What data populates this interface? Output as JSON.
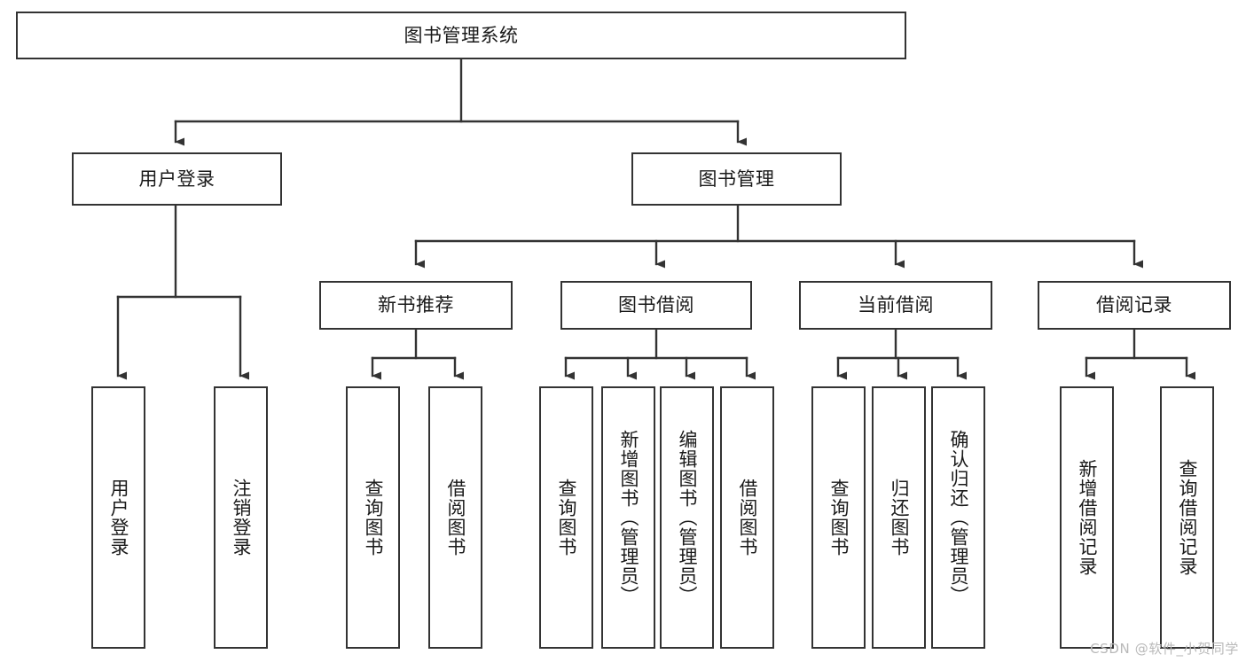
{
  "diagram": {
    "title": "图书管理系统",
    "type": "hierarchy-tree",
    "colors": {
      "stroke": "#333333",
      "fill": "#ffffff",
      "text": "#1a1a1a",
      "watermark": "#b9b9b9"
    },
    "root": {
      "label": "图书管理系统"
    },
    "level2": [
      {
        "label": "用户登录"
      },
      {
        "label": "图书管理"
      }
    ],
    "level3": [
      {
        "label": "新书推荐"
      },
      {
        "label": "图书借阅"
      },
      {
        "label": "当前借阅"
      },
      {
        "label": "借阅记录"
      }
    ],
    "leaves": {
      "user_login": [
        {
          "label": "用户登录"
        },
        {
          "label": "注销登录"
        }
      ],
      "new_book": [
        {
          "label": "查询图书"
        },
        {
          "label": "借阅图书"
        }
      ],
      "book_borrow": [
        {
          "label": "查询图书"
        },
        {
          "label": "新增图书（管理员）"
        },
        {
          "label": "编辑图书（管理员）"
        },
        {
          "label": "借阅图书"
        }
      ],
      "current_borrow": [
        {
          "label": "查询图书"
        },
        {
          "label": "归还图书"
        },
        {
          "label": "确认归还（管理员）"
        }
      ],
      "borrow_record": [
        {
          "label": "新增借阅记录"
        },
        {
          "label": "查询借阅记录"
        }
      ]
    }
  },
  "watermark": {
    "text": "CSDN @软件_小贺同学"
  }
}
